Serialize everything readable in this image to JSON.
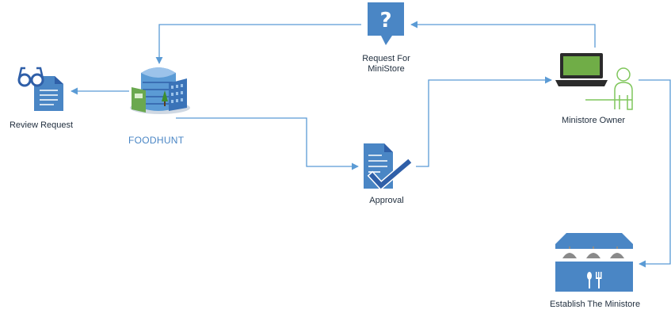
{
  "nodes": {
    "request": {
      "label_line1": "Request For",
      "label_line2": "MiniStore",
      "icon": "question-speech-bubble-icon"
    },
    "foodhunt": {
      "label": "FOODHUNT",
      "icon": "office-building-icon"
    },
    "review": {
      "label": "Review Request",
      "icon": "glasses-document-icon"
    },
    "owner": {
      "label": "Ministore Owner",
      "icon": "laptop-user-icon"
    },
    "approval": {
      "label": "Approval",
      "icon": "document-checkmark-icon"
    },
    "establish": {
      "label": "Establish The Ministore",
      "icon": "store-front-icon"
    }
  },
  "colors": {
    "connector": "#5b9bd5",
    "icon_blue": "#4a86c5",
    "icon_dark_blue": "#2f5fa8",
    "laptop_screen": "#70ad47",
    "user_outline": "#7fc65b",
    "text": "#1f2d3d",
    "brand_text": "#4a86c5"
  }
}
